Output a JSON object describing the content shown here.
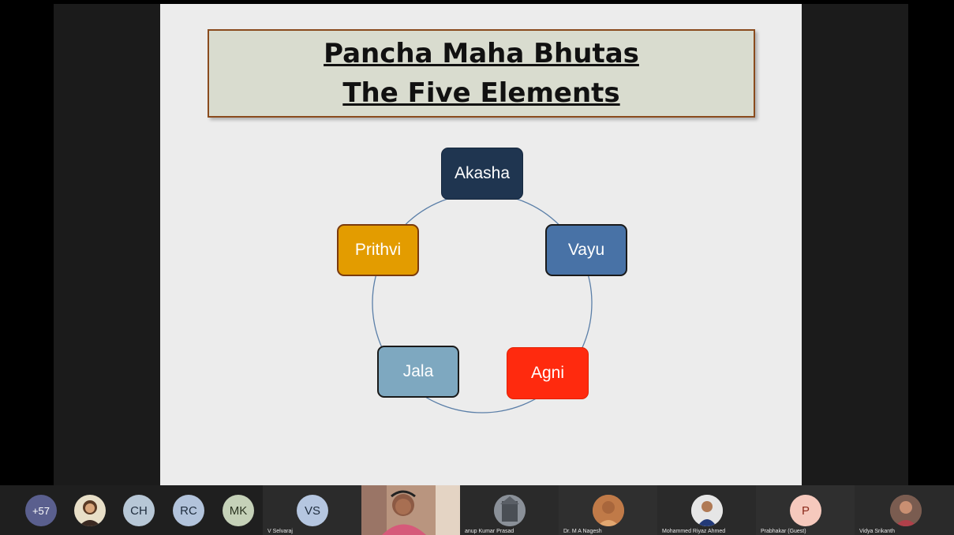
{
  "slide": {
    "title_line1": "Pancha Maha Bhutas",
    "title_line2": "The Five Elements",
    "nodes": {
      "akasha": {
        "label": "Akasha",
        "color": "#1f3550"
      },
      "vayu": {
        "label": "Vayu",
        "color": "#4872a6"
      },
      "agni": {
        "label": "Agni",
        "color": "#ff2a0e"
      },
      "jala": {
        "label": "Jala",
        "color": "#7ea8c0"
      },
      "prithvi": {
        "label": "Prithvi",
        "color": "#e39c00"
      }
    }
  },
  "participants": {
    "overflow": {
      "label": "+57",
      "color": "#5a5f8e"
    },
    "initials": [
      {
        "label": "CH",
        "color": "#b7c7d6"
      },
      {
        "label": "RC",
        "color": "#b2c3db"
      },
      {
        "label": "MK",
        "color": "#c5d1b8"
      },
      {
        "label": "VS",
        "color": "#b5c6e0"
      },
      {
        "label": "P",
        "color": "#f6c9bd"
      }
    ],
    "names": {
      "v_selvaraj": "V Selvaraj",
      "anup": "anup Kumar Prasad",
      "nagesh": "Dr. M A Nagesh",
      "riyaz": "Mohammed Riyaz Ahmed",
      "prabhakar": "Prabhakar (Guest)",
      "vidya": "Vidya Srikanth"
    }
  }
}
